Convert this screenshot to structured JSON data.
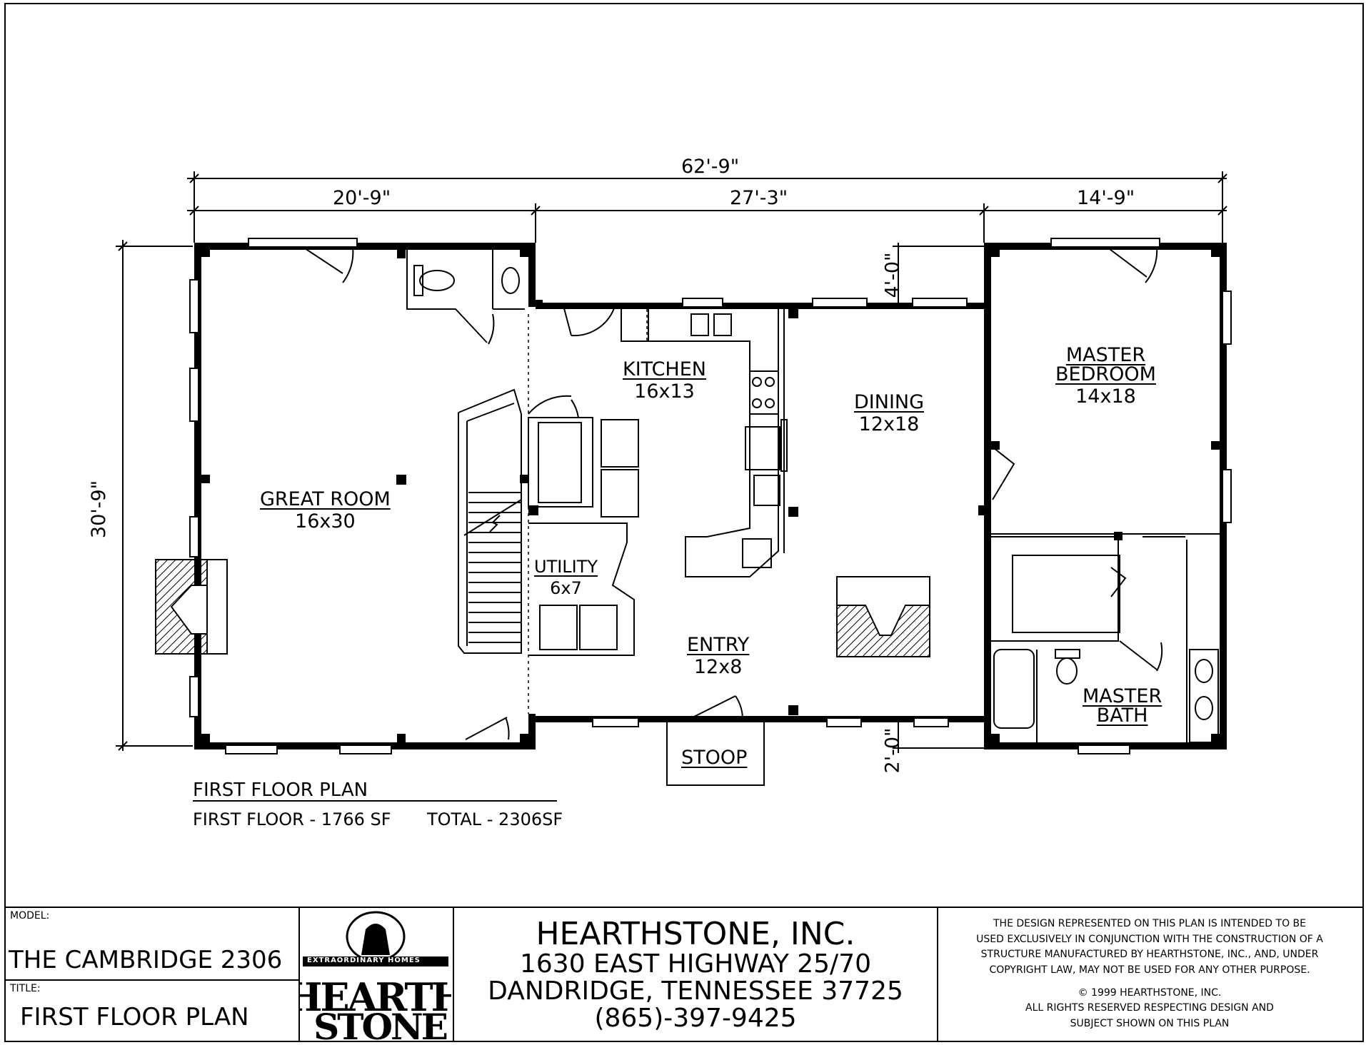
{
  "dimensions": {
    "overall": "62'-9\"",
    "left": "20'-9\"",
    "middle": "27'-3\"",
    "right": "14'-9\"",
    "depth": "30'-9\"",
    "bump_top": "4'-0\"",
    "bump_bottom": "2'-0\""
  },
  "rooms": [
    {
      "id": "great-room",
      "name": "GREAT ROOM",
      "size": "16x30"
    },
    {
      "id": "kitchen",
      "name": "KITCHEN",
      "size": "16x13"
    },
    {
      "id": "dining",
      "name": "DINING",
      "size": "12x18"
    },
    {
      "id": "master-bedroom",
      "name_line1": "MASTER",
      "name_line2": "BEDROOM",
      "size": "14x18"
    },
    {
      "id": "utility",
      "name": "UTILITY",
      "size": "6x7"
    },
    {
      "id": "entry",
      "name": "ENTRY",
      "size": "12x8"
    },
    {
      "id": "master-bath",
      "name_line1": "MASTER",
      "name_line2": "BATH"
    },
    {
      "id": "stoop",
      "name": "STOOP"
    }
  ],
  "plan_caption": {
    "title": "FIRST FLOOR PLAN",
    "first_floor": "FIRST FLOOR - 1766 SF",
    "total": "TOTAL - 2306SF"
  },
  "title_block": {
    "model_label": "MODEL:",
    "model": "THE CAMBRIDGE 2306",
    "title_label": "TITLE:",
    "title": "FIRST FLOOR PLAN",
    "logo_top": "EXTRAORDINARY HOMES",
    "logo_line1": "HEARTH",
    "logo_line2": "STONE",
    "company": "HEARTHSTONE, INC.",
    "address1": "1630 EAST HIGHWAY 25/70",
    "address2": "DANDRIDGE, TENNESSEE  37725",
    "phone": "(865)-397-9425",
    "legal1": "THE DESIGN REPRESENTED ON THIS PLAN IS INTENDED TO BE",
    "legal2": "USED EXCLUSIVELY IN CONJUNCTION WITH THE CONSTRUCTION OF A",
    "legal3": "STRUCTURE MANUFACTURED BY HEARTHSTONE, INC., AND, UNDER",
    "legal4": "COPYRIGHT LAW, MAY NOT BE USED FOR ANY OTHER PURPOSE.",
    "copyright": "© 1999 HEARTHSTONE, INC.",
    "rights1": "ALL RIGHTS RESERVED RESPECTING DESIGN AND",
    "rights2": "SUBJECT SHOWN ON THIS PLAN"
  }
}
